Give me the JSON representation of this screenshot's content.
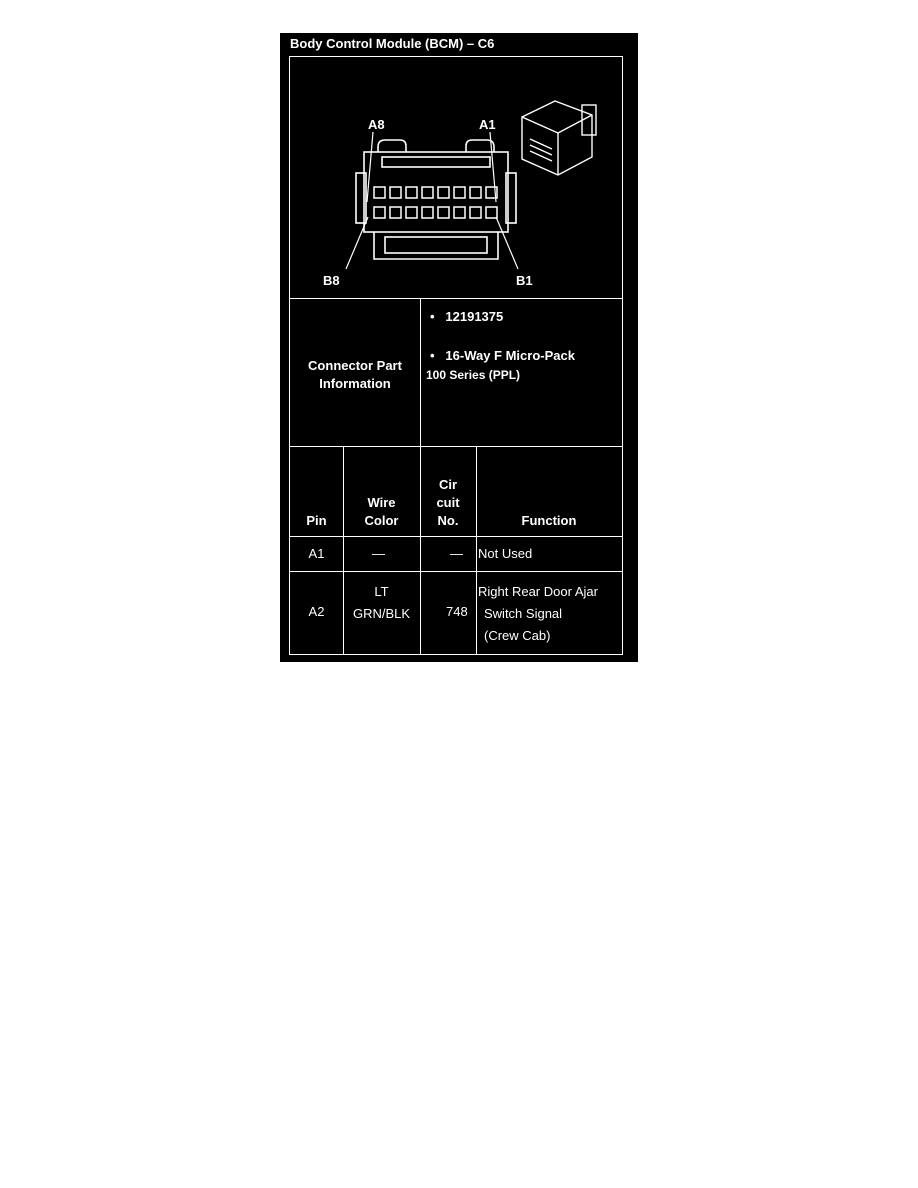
{
  "title": "Body Control Module (BCM) – C6",
  "diagram": {
    "pin_labels": {
      "a8": "A8",
      "a1": "A1",
      "b8": "B8",
      "b1": "B1"
    }
  },
  "connector_info": {
    "label_line1": "Connector Part",
    "label_line2": "Information",
    "bullet": "•",
    "part_number": "12191375",
    "description_line1": "16-Way F Micro-Pack",
    "description_line2": "100 Series (PPL)"
  },
  "table": {
    "headers": {
      "pin": "Pin",
      "wire_line1": "Wire",
      "wire_line2": "Color",
      "cir_line1": "Cir",
      "cir_line2": "cuit",
      "cir_line3": "No.",
      "function": "Function"
    },
    "rows": [
      {
        "pin": "A1",
        "wire_line1": "",
        "wire_line2": "—",
        "circuit": "—",
        "function_line1": "Not Used",
        "function_line2": "",
        "function_line3": ""
      },
      {
        "pin": "A2",
        "wire_line1": "LT",
        "wire_line2": "GRN/BLK",
        "circuit": "748",
        "function_line1": "Right Rear Door Ajar",
        "function_line2": "Switch Signal",
        "function_line3": "(Crew Cab)"
      }
    ]
  }
}
